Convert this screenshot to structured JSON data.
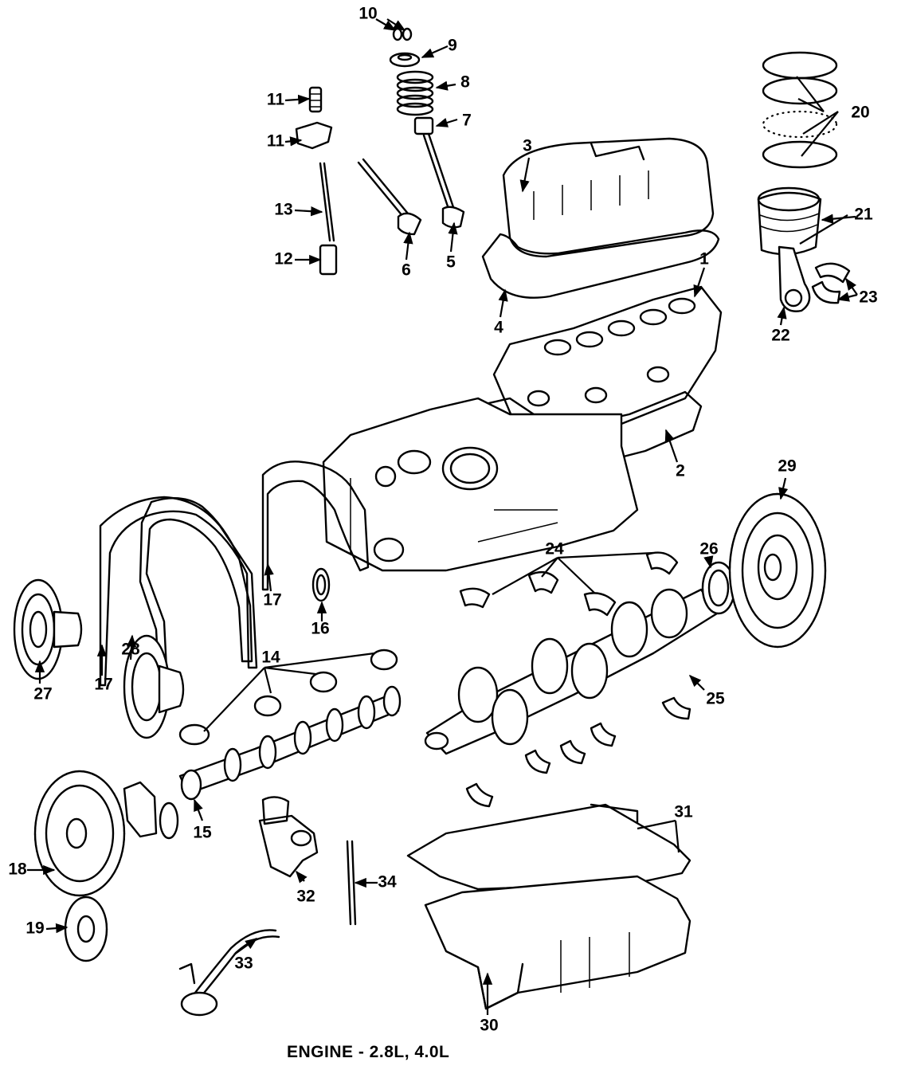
{
  "caption": "ENGINE - 2.8L, 4.0L",
  "callouts": [
    "1",
    "2",
    "3",
    "4",
    "5",
    "6",
    "7",
    "8",
    "9",
    "10",
    "11",
    "11",
    "12",
    "13",
    "14",
    "15",
    "16",
    "17",
    "17",
    "18",
    "19",
    "20",
    "21",
    "22",
    "23",
    "24",
    "25",
    "26",
    "27",
    "28",
    "29",
    "30",
    "31",
    "32",
    "33",
    "34"
  ],
  "line_color": "#000000",
  "background": "#ffffff"
}
